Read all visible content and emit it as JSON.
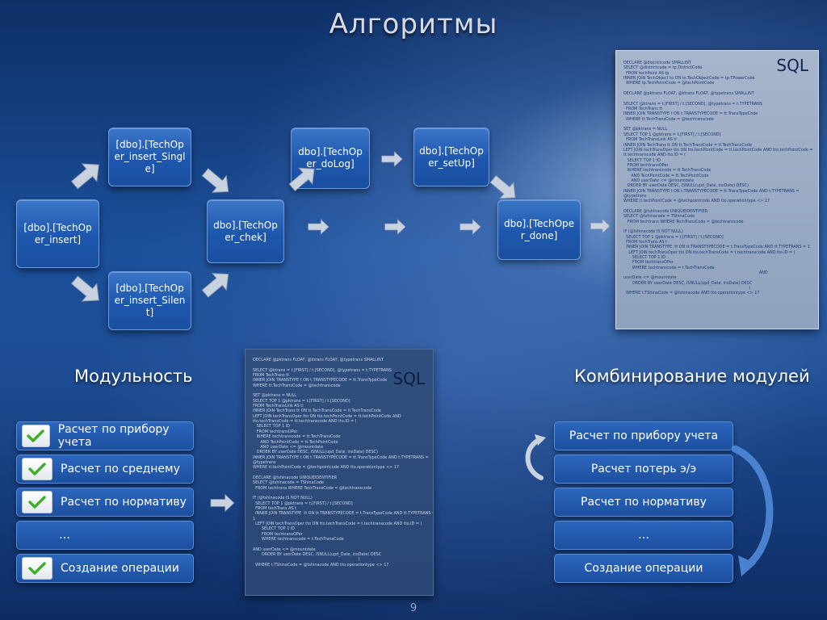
{
  "slide": {
    "title": "Алгоритмы",
    "page_number": "9"
  },
  "flow": {
    "insert": "[dbo].[TechOper_insert]",
    "insert_single": "[dbo].[TechOper_insert_Single]",
    "insert_silent": "[dbo].[TechOper_insert_Silent]",
    "chek": "dbo].[TechOper_chek]",
    "dolog": "dbo].[TechOper_doLog]",
    "setup": "dbo].[TechOper_setUp]",
    "done": "dbo].[TechOper_done]"
  },
  "sql_top": {
    "label": "SQL",
    "code": "DECLARE @districtcode SMALLINT\nSELECT @districtcode = tp.DistrictCode\n  FROM techPoint AS tp\nINNER JOIN TechObject to ON to.TechObjectCode = tp.TPowerCode\n  WHERE tp.TechPointCode = @techPointCode\n\nDECLARE @pktrans FLOAT, @ktrans FLOAT, @typetrans SMALLINT\n\nSELECT @ktrans = t.[FIRST] / t.[SECOND], @typetrans = t.TYPETRANS\n  FROM TechTrans tt\nINNER JOIN TRANSTYPE t ON t.TRANSTYPECODE = tt.TransTypeCode\n  WHERE tt.TechTransCode = @techtranscode\n\nSET @pktrans = NULL\nSELECT TOP 1 @pktrans = t.[FIRST] / t.[SECOND]\n  FROM TechTransLink AS tl\nINNER JOIN TechTrans tt ON tt.TechTransCode = tl.TechTransCode\nLEFT JOIN techTransOper tto ON tto.techPointCode = tt.techPointCode AND tto.techPointCode =\ntt.techtranscode AND tto.ID = (\n   SELECT TOP 1 ID\n   FROM techtransOPer\n   WHERE techtranscode = tt.TechTransCode\n      AND TechPointCode = tt.TechPointCode\n      AND userDate <= @mountdate\n   ORDER BY userDate DESC, ISNULL(upd_Date, insDate) DESC)\nINNER JOIN TRANSTYPE t ON t.TRANSTYPECODE = tt.TransTypeCode AND t.TYPETRANS =\n@typetrans\nWHERE tl.techPointCode = @techpointcode AND tto.operationtype <> 17\n\nDECLARE @tshinacode UNIQUEIDENTIFIER\nSELECT @tshinacode = TShinaCode\n   FROM techtrans WHERE TechTransCode = @techtranscode\n\nIF (@tshinacode IS NOT NULL)\n  SELECT TOP 1 @pktrans = t.[FIRST] / t.[SECOND]\n  FROM techTrans AS t\n  INNER JOIN TRANSTYPE  tt ON tt.TRANSTYPECODE = t.TransTypeCode AND tt.TYPETRANS = 1\n    LEFT JOIN techTransOper tto ON tto.techTransCode = t.techtranscode AND tto.ID = (\n       SELECT TOP 1 ID\n       FROM techtransOPer\n       WHERE techtranscode = t.TechTransCode\n                                                                                                            AND\nuserDate <= @mountdate\n       ORDER BY userDate DESC, ISNULL(upd_Date, insDate) DESC\n                                                                                                    )\n  WHERE t.TShinaCode = @tshinacode AND tto.operationtype <> 17"
  },
  "sql_mid": {
    "label": "SQL",
    "code": "DECLARE @pktrans FLOAT, @ktrans FLOAT, @typetrans SMALLINT\n\nSELECT @ktrans = t.[FIRST] / t.[SECOND], @typetrans = t.TYPETRANS\nFROM TechTrans tt\nINNER JOIN TRANSTYPE t ON t.TRANSTYPECODE = tt.TransTypeCode\nWHERE tt.TechTransCode = @techtranscode\n\nSET @pktrans = NULL\nSELECT TOP 1 @pktrans = t.[FIRST] / t.[SECOND]\nFROM TechTransLink AS tl\nINNER JOIN TechTrans tt ON tt.TechTransCode = tl.TechTransCode\nLEFT JOIN techTransOper tto ON tto.techPointCode = tt.techPointCode AND\ntto.techTransCode = tt.techtranscode AND tto.ID = (\n   SELECT TOP 1 ID\n   FROM techtransOPer\n   WHERE techtranscode = tt.TechTransCode\n      AND TechPointCode = tt.TechPointCode\n      AND userDate <= @mountdate\n   ORDER BY userDate DESC, ISNULL(upd_Date, insDate) DESC)\nINNER JOIN TRANSTYPE t ON t.TRANSTYPECODE = tt.TransTypeCode AND t.TYPETRANS =\n@typetrans\nWHERE tl.techPointCode = @techpointcode AND tto.operationtype <> 17\n\nDECLARE @tshinacode UNIQUEIDENTIFIER\nSELECT @tshinacode = TShinaCode\n  FROM techtrans WHERE TechTransCode = @techtranscode\n\nIF (@tshinacode IS NOT NULL)\n  SELECT TOP 1 @pktrans = t.[FIRST] / t.[SECOND]\n  FROM techTrans AS t\n  INNER JOIN TRANSTYPE  tt ON tt.TRANSTYPECODE = t.TransTypeCode AND tt.TYPETRANS =\n1\n  LEFT JOIN techTransOper tto ON tto.techTransCode = t.techtranscode AND tto.ID = (\n       SELECT TOP 1 ID\n       FROM techtransOPer\n       WHERE techtranscode = t.TechTransCode\n\nAND userDate <= @mountdate\n       ORDER BY userDate DESC, ISNULL(upd_Date, insDate) DESC\n                                                                                    )\n  WHERE t.TShinaCode = @tshinacode AND tto.operationtype <> 17"
  },
  "modularity": {
    "title": "Модульность",
    "items": [
      "Расчет по прибору учета",
      "Расчет по среднему",
      "Расчет по нормативу",
      "…",
      "Создание операции"
    ]
  },
  "combination": {
    "title": "Комбинирование модулей",
    "items": [
      "Расчет по прибору учета",
      "Расчет потерь э/э",
      "Расчет по нормативу",
      "…",
      "Создание операции"
    ]
  },
  "colors": {
    "box_fill": "#1d57ad",
    "arrow_fill": "#c9d3e0",
    "check_green": "#3fae2a"
  },
  "icons": [
    "arrow-right-icon",
    "check-icon",
    "curved-arrow-icon"
  ]
}
